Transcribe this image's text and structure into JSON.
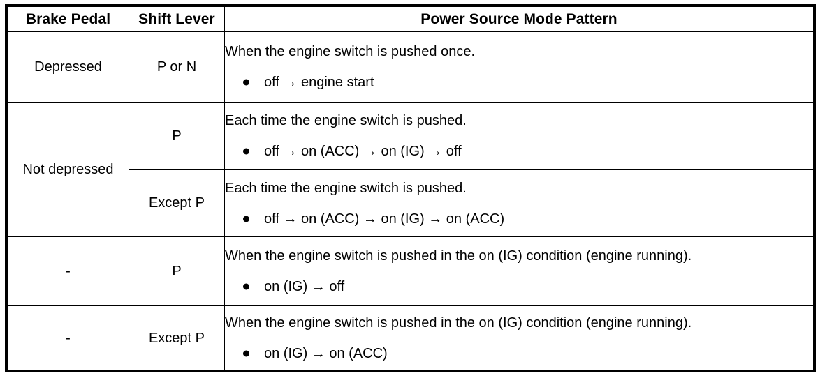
{
  "table": {
    "headers": [
      {
        "label": "Brake Pedal"
      },
      {
        "label": "Shift Lever"
      },
      {
        "label": "Power Source Mode Pattern"
      }
    ],
    "rows": [
      {
        "brake_pedal": "Depressed",
        "shift_lever": "P or N",
        "lead": "When the engine switch is pushed once.",
        "bullets": [
          "off → engine start"
        ]
      },
      {
        "brake_pedal": "Not depressed",
        "shift_lever": "P",
        "lead": "Each time the engine switch is pushed.",
        "bullets": [
          "off → on (ACC) → on (IG) → off"
        ]
      },
      {
        "brake_pedal": "",
        "shift_lever": "Except P",
        "lead": "Each time the engine switch is pushed.",
        "bullets": [
          "off → on (ACC) → on (IG) → on (ACC)"
        ]
      },
      {
        "brake_pedal": "-",
        "shift_lever": "P",
        "lead": "When the engine switch is pushed in the on (IG) condition (engine running).",
        "bullets": [
          "on (IG) → off"
        ]
      },
      {
        "brake_pedal": "-",
        "shift_lever": "Except P",
        "lead": "When the engine switch is pushed in the on (IG) condition (engine running).",
        "bullets": [
          "on (IG) → on (ACC)"
        ]
      }
    ],
    "colors": {
      "border": "#000000",
      "background": "#ffffff",
      "text": "#000000"
    }
  }
}
